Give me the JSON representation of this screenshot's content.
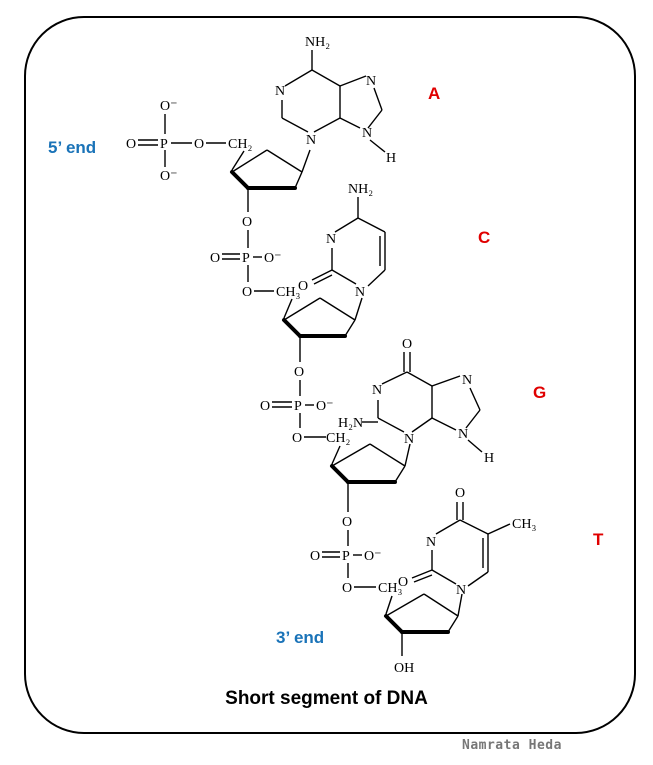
{
  "labels": {
    "five_prime": "5’ end",
    "three_prime": "3’ end",
    "caption": "Short segment of DNA",
    "author": "Namrata Heda"
  },
  "colors": {
    "base_letter": "#e00000",
    "end_label": "#1a73b8"
  },
  "bases": [
    {
      "letter": "A",
      "name": "adenine"
    },
    {
      "letter": "C",
      "name": "cytosine"
    },
    {
      "letter": "G",
      "name": "guanine"
    },
    {
      "letter": "T",
      "name": "thymine"
    }
  ],
  "groups": {
    "nh2": "NH₂",
    "ch2": "CH₂",
    "ch3": "CH₃",
    "h2n": "H₂N",
    "oh": "OH",
    "o_minus": "O⁻",
    "o": "O",
    "p": "P",
    "n": "N",
    "h": "H"
  }
}
